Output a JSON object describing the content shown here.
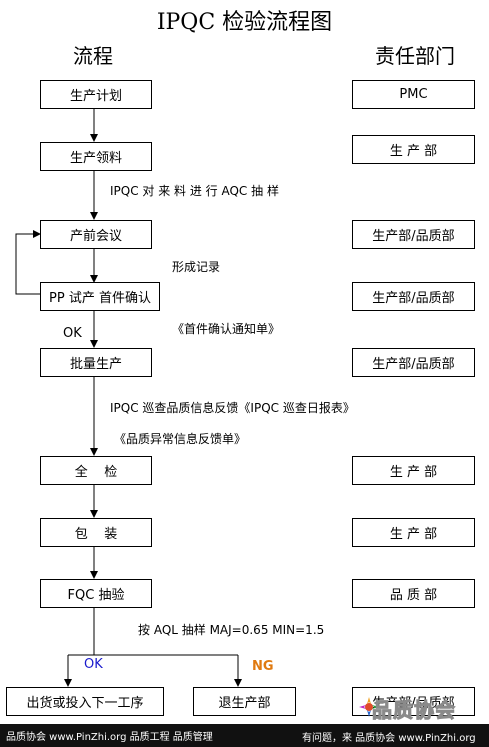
{
  "title": "IPQC  检验流程图",
  "column_headers": {
    "flow": "流程",
    "responsibility": "责任部门"
  },
  "steps": [
    {
      "label": "生产计划",
      "dept": "PMC"
    },
    {
      "label": "生产领料",
      "dept": "生 产 部"
    },
    {
      "label": "产前会议",
      "dept": "生产部/品质部"
    },
    {
      "label": "PP 试产  首件确认",
      "dept": "生产部/品质部"
    },
    {
      "label": "批量生产",
      "dept": "生产部/品质部"
    },
    {
      "label": "全    检",
      "dept": "生 产 部"
    },
    {
      "label": "包    装",
      "dept": "生 产 部"
    },
    {
      "label": "FQC 抽验",
      "dept": "品 质 部"
    },
    {
      "label": "出货或投入下一工序",
      "dept": "生产部/品质部"
    },
    {
      "label": "退生产部"
    }
  ],
  "annotations": {
    "incoming_sampling": "IPQC  对 来 料 进 行   AQC   抽 样",
    "form_record": "形成记录",
    "ok_first": "OK",
    "first_piece_notice": "《首件确认通知单》",
    "patrol_feedback": "IPQC 巡查品质信息反馈《IPQC 巡查日报表》",
    "abnormal_feedback": "《品质异常信息反馈单》",
    "aql_sampling": "按 AQL 抽样   MAJ=0.65    MIN=1.5",
    "ok_branch": "OK",
    "ng_branch": "NG"
  },
  "footer": {
    "left": "品质协会 www.PinZhi.org 品质工程 品质管理",
    "right": "有问题，来 品质协会 www.PinZhi.org"
  },
  "watermark": "品质协会",
  "colors": {
    "ok": "#1a1acc",
    "ng": "#e07a10",
    "footer_bg": "#111111"
  }
}
